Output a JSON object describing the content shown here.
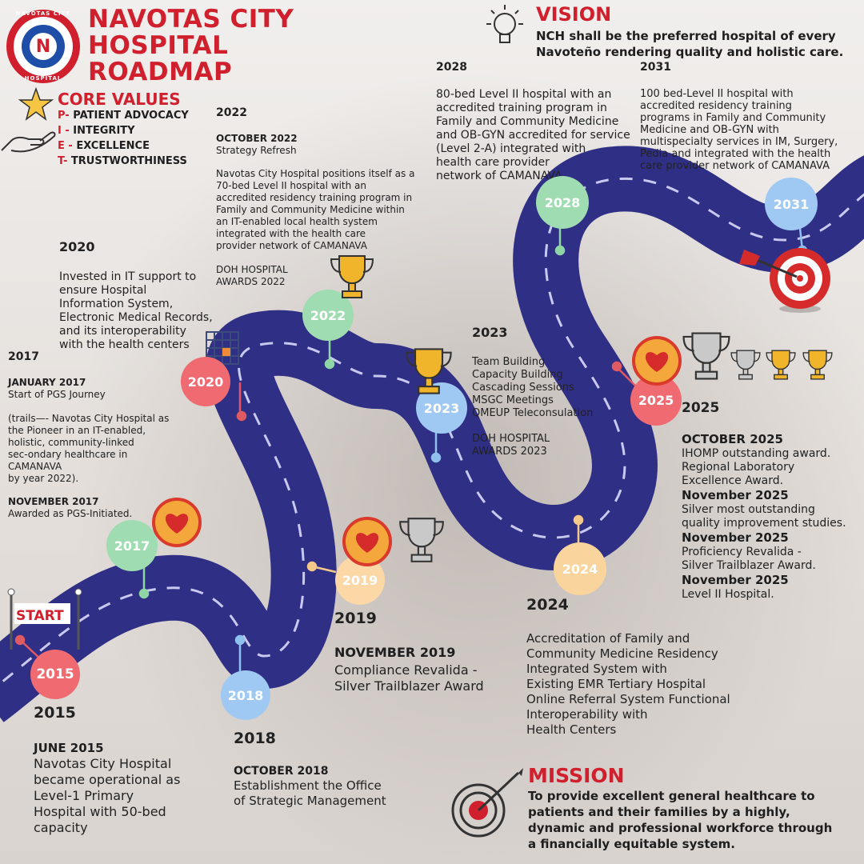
{
  "header": {
    "title_line1": "NAVOTAS CITY",
    "title_line2": "HOSPITAL",
    "title_line3": "ROADMAP",
    "logo_text_top": "NAVOTAS CITY",
    "logo_text_bottom": "HOSPITAL"
  },
  "colors": {
    "brand_red": "#d0202e",
    "road": "#2f2f86",
    "dash": "#c9c8ee"
  },
  "core_values": {
    "heading": "CORE VALUES",
    "items": [
      {
        "letter": "P-",
        "text": "PATIENT ADVOCACY"
      },
      {
        "letter": "I  -",
        "text": "INTEGRITY"
      },
      {
        "letter": "E -",
        "text": "EXCELLENCE"
      },
      {
        "letter": "T-",
        "text": "TRUSTWORTHINESS"
      }
    ]
  },
  "vision": {
    "heading": "VISION",
    "text_line1": "NCH shall be the preferred hospital of every",
    "text_line2": "Navoteño rendering quality and holistic care."
  },
  "mission": {
    "heading": "MISSION",
    "lines": [
      "To provide excellent general healthcare to",
      "patients and their families by a highly,",
      "dynamic and professional workforce through",
      "a financially equitable system."
    ]
  },
  "start_label": "START",
  "milestones": {
    "y2015": {
      "circle": "2015",
      "year": "2015",
      "month": "JUNE 2015",
      "lines": [
        "Navotas City Hospital",
        "became operational as",
        "Level-1 Primary",
        "Hospital with 50-bed",
        "capacity"
      ]
    },
    "y2017": {
      "circle": "2017",
      "year": "2017",
      "month1": "JANUARY 2017",
      "text1": "Start of PGS Journey",
      "trail_lines": [
        "(trails—- Navotas City Hospital as",
        "the Pioneer in an IT-enabled,",
        "holistic, community-linked",
        "sec-ondary healthcare in",
        "CAMANAVA",
        "by year 2022)."
      ],
      "month2": "NOVEMBER 2017",
      "text2": "Awarded as PGS-Initiated."
    },
    "y2018": {
      "circle": "2018",
      "year": "2018",
      "month": "OCTOBER 2018",
      "lines": [
        "Establishment the Office",
        "of Strategic Management"
      ]
    },
    "y2019": {
      "circle": "2019",
      "year": "2019",
      "month": "NOVEMBER 2019",
      "lines": [
        "Compliance Revalida -",
        "Silver Trailblazer Award"
      ]
    },
    "y2020": {
      "circle": "2020",
      "year": "2020",
      "lines": [
        "Invested in IT support to",
        "ensure Hospital",
        "Information System,",
        "Electronic Medical Records,",
        "and its interoperability",
        "with the health centers"
      ]
    },
    "y2022": {
      "circle": "2022",
      "year": "2022",
      "month": "OCTOBER 2022",
      "text1": "Strategy Refresh",
      "lines": [
        "Navotas City Hospital positions itself as a",
        "70-bed Level II hospital with an",
        "accredited residency training program in",
        "Family and Community Medicine within",
        "an IT-enabled local health system",
        "integrated with the health care",
        "provider network of CAMANAVA"
      ],
      "award_lines": [
        "DOH HOSPITAL",
        "AWARDS 2022"
      ]
    },
    "y2023": {
      "circle": "2023",
      "year": "2023",
      "lines": [
        "Team Building",
        "Capacity Building",
        "Cascading Sessions",
        "MSGC Meetings",
        "QMEUP Teleconsulation"
      ],
      "award_lines": [
        "DOH HOSPITAL",
        "AWARDS 2023"
      ]
    },
    "y2024": {
      "circle": "2024",
      "year": "2024",
      "lines": [
        "Accreditation of Family and",
        "Community Medicine Residency",
        "Integrated System with",
        "Existing EMR Tertiary Hospital",
        "Online Referral System Functional",
        "Interoperability with",
        "Health Centers"
      ]
    },
    "y2025": {
      "circle": "2025",
      "year": "2025",
      "entries": [
        {
          "month": "OCTOBER 2025",
          "lines": [
            "IHOMP outstanding award.",
            "Regional Laboratory",
            "Excellence Award."
          ]
        },
        {
          "month": "November 2025",
          "lines": [
            "Silver most outstanding",
            "quality improvement studies."
          ]
        },
        {
          "month": "November 2025",
          "lines": [
            "Proficiency Revalida -",
            "Silver Trailblazer Award."
          ]
        },
        {
          "month": "November 2025",
          "lines": [
            "Level II Hospital."
          ]
        }
      ]
    },
    "y2028": {
      "circle": "2028",
      "year": "2028",
      "lines": [
        "80-bed Level II hospital with an",
        "accredited training program in",
        "Family and Community Medicine",
        "and OB-GYN accredited for service",
        "(Level 2-A) integrated with",
        "health care provider",
        "network of CAMANAVA"
      ]
    },
    "y2031": {
      "circle": "2031",
      "year": "2031",
      "lines": [
        "100 bed-Level II hospital with",
        "accredited residency training",
        "programs in Family and Community",
        "Medicine and OB-GYN with",
        "multispecialty services in IM, Surgery,",
        "Pedia and integrated with the health",
        "care provider network of CAMANAVA"
      ]
    }
  },
  "icons": [
    "star-icon",
    "hand-icon",
    "lightbulb-icon",
    "trophy-icon",
    "heart-badge-icon",
    "grid-icon",
    "target-icon",
    "dart-icon",
    "finish-gate-icon"
  ]
}
